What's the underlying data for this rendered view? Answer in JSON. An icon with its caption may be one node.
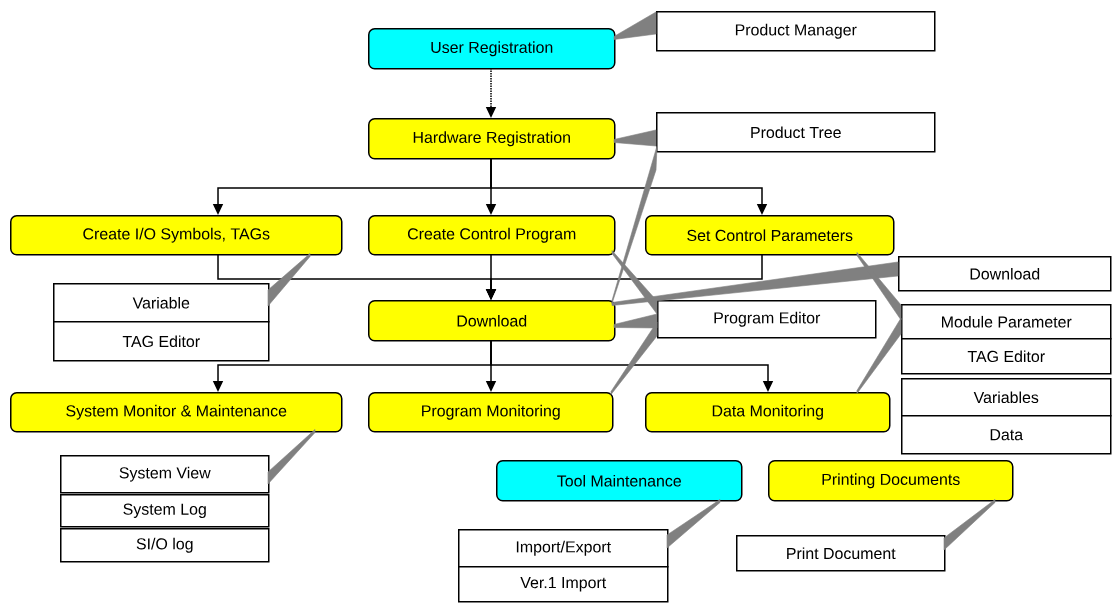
{
  "diagram": {
    "nodes": [
      {
        "text": [
          "User Registration"
        ]
      },
      {
        "text": [
          "Product Manager"
        ]
      },
      {
        "text": [
          "Hardware Registration"
        ]
      },
      {
        "text": [
          "Product Tree"
        ]
      },
      {
        "text": [
          "Create I/O Symbols, TAGs"
        ]
      },
      {
        "text": [
          "Create Control Program"
        ]
      },
      {
        "text": [
          "Set Control Parameters"
        ]
      },
      {
        "text": [
          "Variable"
        ]
      },
      {
        "text": [
          "TAG Editor"
        ]
      },
      {
        "text": [
          "Download"
        ]
      },
      {
        "text": [
          "Download"
        ]
      },
      {
        "text": [
          "Program Editor"
        ]
      },
      {
        "text": [
          "Module Parameter"
        ]
      },
      {
        "text": [
          "TAG Editor"
        ]
      },
      {
        "text": [
          "Variables"
        ]
      },
      {
        "text": [
          "Data"
        ]
      },
      {
        "text": [
          "System Monitor & Maintenance"
        ]
      },
      {
        "text": [
          "Program Monitoring"
        ]
      },
      {
        "text": [
          "Data Monitoring"
        ]
      },
      {
        "text": [
          "System View"
        ]
      },
      {
        "text": [
          "System Log"
        ]
      },
      {
        "text": [
          "SI/O log"
        ]
      },
      {
        "text": [
          "Tool Maintenance"
        ]
      },
      {
        "text": [
          "Printing Documents"
        ]
      },
      {
        "text": [
          "Import/Export"
        ]
      },
      {
        "text": [
          "Ver.1 Import"
        ]
      },
      {
        "text": [
          "Print Document"
        ]
      }
    ],
    "edges": [
      {
        "from": 0,
        "to": 2,
        "arrow": "to",
        "style": "dashed"
      },
      {
        "from": 2,
        "to": 4,
        "arrow": "to"
      },
      {
        "from": 2,
        "to": 5,
        "arrow": "to"
      },
      {
        "from": 2,
        "to": 6,
        "arrow": "to"
      },
      {
        "from": 4,
        "to": 9,
        "arrow": "to"
      },
      {
        "from": 5,
        "to": 9,
        "arrow": "to"
      },
      {
        "from": 6,
        "to": 9,
        "arrow": "to"
      },
      {
        "from": 9,
        "to": 16,
        "arrow": "to"
      },
      {
        "from": 9,
        "to": 17,
        "arrow": "to"
      },
      {
        "from": 9,
        "to": 18,
        "arrow": "to"
      },
      {
        "from": 0,
        "to": 1,
        "arrow": "none",
        "color": "#808080"
      },
      {
        "from": 2,
        "to": 3,
        "arrow": "none",
        "color": "#808080"
      },
      {
        "from": 9,
        "to": 3,
        "arrow": "none",
        "color": "#808080"
      },
      {
        "from": 4,
        "to": 7,
        "arrow": "none",
        "color": "#808080"
      },
      {
        "from": 5,
        "to": 11,
        "arrow": "none",
        "color": "#808080"
      },
      {
        "from": 9,
        "to": 10,
        "arrow": "none",
        "color": "#808080"
      },
      {
        "from": 9,
        "to": 11,
        "arrow": "none",
        "color": "#808080"
      },
      {
        "from": 17,
        "to": 11,
        "arrow": "none",
        "color": "#808080"
      },
      {
        "from": 6,
        "to": 12,
        "arrow": "none",
        "color": "#808080"
      },
      {
        "from": 18,
        "to": 12,
        "arrow": "none",
        "color": "#808080"
      },
      {
        "from": 16,
        "to": 19,
        "arrow": "none",
        "color": "#808080"
      },
      {
        "from": 22,
        "to": 24,
        "arrow": "none",
        "color": "#808080"
      },
      {
        "from": 23,
        "to": 26,
        "arrow": "none",
        "color": "#808080"
      }
    ]
  }
}
